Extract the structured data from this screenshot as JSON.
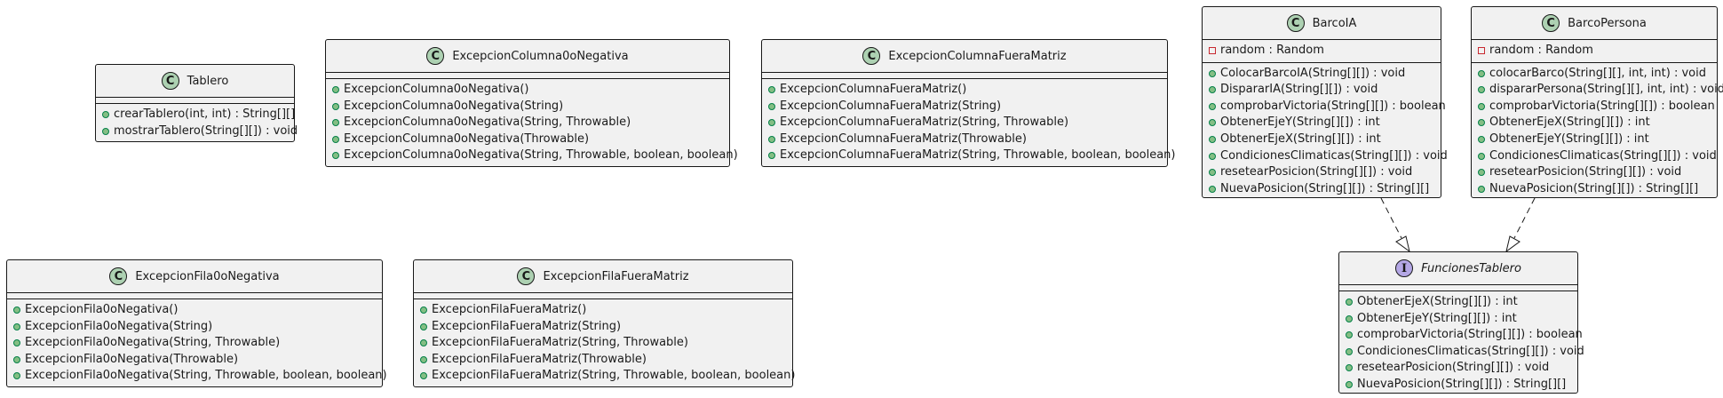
{
  "diagram": {
    "colors": {
      "box_fill": "#f1f1f1",
      "border": "#181818",
      "class_badge": "#add1b2",
      "interface_badge": "#b4a7e5",
      "public_marker": "#84be84",
      "private_marker": "#c82930"
    },
    "classes": {
      "tablero": {
        "badge": "C",
        "name": "Tablero",
        "fields": [],
        "methods": [
          "crearTablero(int, int) : String[][]",
          "mostrarTablero(String[][]) : void"
        ]
      },
      "exc_columna_neg": {
        "badge": "C",
        "name": "ExcepcionColumna0oNegativa",
        "fields": [],
        "methods": [
          "ExcepcionColumna0oNegativa()",
          "ExcepcionColumna0oNegativa(String)",
          "ExcepcionColumna0oNegativa(String, Throwable)",
          "ExcepcionColumna0oNegativa(Throwable)",
          "ExcepcionColumna0oNegativa(String, Throwable, boolean, boolean)"
        ]
      },
      "exc_columna_fuera": {
        "badge": "C",
        "name": "ExcepcionColumnaFueraMatriz",
        "fields": [],
        "methods": [
          "ExcepcionColumnaFueraMatriz()",
          "ExcepcionColumnaFueraMatriz(String)",
          "ExcepcionColumnaFueraMatriz(String, Throwable)",
          "ExcepcionColumnaFueraMatriz(Throwable)",
          "ExcepcionColumnaFueraMatriz(String, Throwable, boolean, boolean)"
        ]
      },
      "barco_ia": {
        "badge": "C",
        "name": "BarcoIA",
        "fields": [
          "random : Random"
        ],
        "methods": [
          "ColocarBarcoIA(String[][]) : void",
          "DispararIA(String[][]) : void",
          "comprobarVictoria(String[][]) : boolean",
          "ObtenerEjeY(String[][]) : int",
          "ObtenerEjeX(String[][]) : int",
          "CondicionesClimaticas(String[][]) : void",
          "resetearPosicion(String[][]) : void",
          "NuevaPosicion(String[][]) : String[][]"
        ]
      },
      "barco_persona": {
        "badge": "C",
        "name": "BarcoPersona",
        "fields": [
          "random : Random"
        ],
        "methods": [
          "colocarBarco(String[][], int, int) : void",
          "dispararPersona(String[][], int, int) : void",
          "comprobarVictoria(String[][]) : boolean",
          "ObtenerEjeX(String[][]) : int",
          "ObtenerEjeY(String[][]) : int",
          "CondicionesClimaticas(String[][]) : void",
          "resetearPosicion(String[][]) : void",
          "NuevaPosicion(String[][]) : String[][]"
        ]
      },
      "exc_fila_neg": {
        "badge": "C",
        "name": "ExcepcionFila0oNegativa",
        "fields": [],
        "methods": [
          "ExcepcionFila0oNegativa()",
          "ExcepcionFila0oNegativa(String)",
          "ExcepcionFila0oNegativa(String, Throwable)",
          "ExcepcionFila0oNegativa(Throwable)",
          "ExcepcionFila0oNegativa(String, Throwable, boolean, boolean)"
        ]
      },
      "exc_fila_fuera": {
        "badge": "C",
        "name": "ExcepcionFilaFueraMatriz",
        "fields": [],
        "methods": [
          "ExcepcionFilaFueraMatriz()",
          "ExcepcionFilaFueraMatriz(String)",
          "ExcepcionFilaFueraMatriz(String, Throwable)",
          "ExcepcionFilaFueraMatriz(Throwable)",
          "ExcepcionFilaFueraMatriz(String, Throwable, boolean, boolean)"
        ]
      },
      "funciones_tablero": {
        "badge": "I",
        "name": "FuncionesTablero",
        "fields": [],
        "methods": [
          "ObtenerEjeX(String[][]) : int",
          "ObtenerEjeY(String[][]) : int",
          "comprobarVictoria(String[][]) : boolean",
          "CondicionesClimaticas(String[][]) : void",
          "resetearPosicion(String[][]) : void",
          "NuevaPosicion(String[][]) : String[][]"
        ]
      }
    }
  }
}
